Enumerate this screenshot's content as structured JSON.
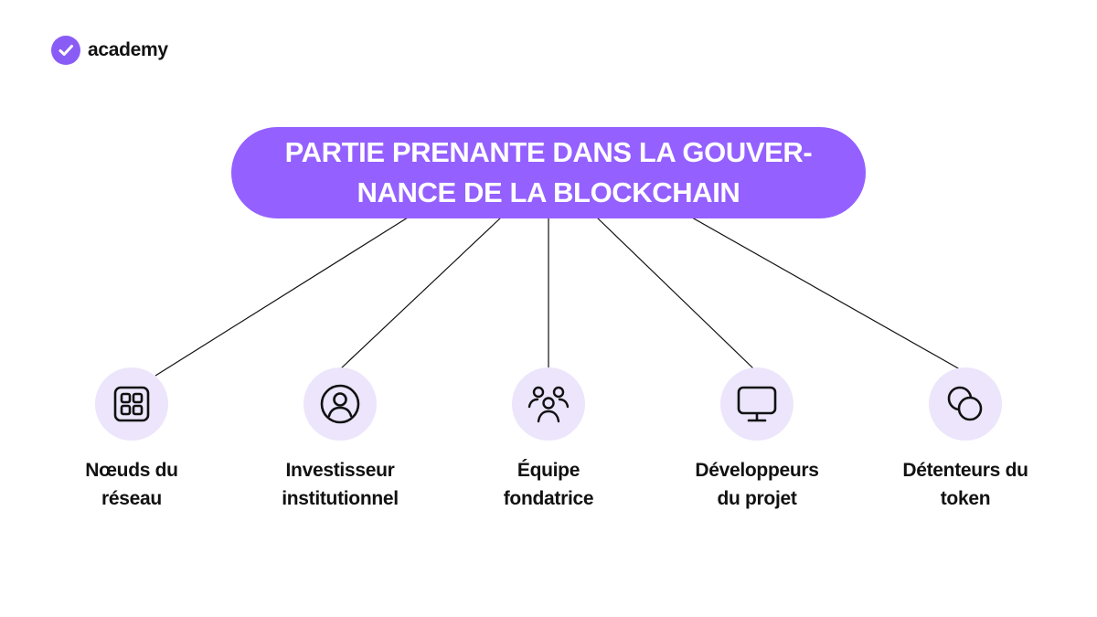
{
  "brand": {
    "name": "academy",
    "color": "#8a5cf6"
  },
  "diagram": {
    "title": "PARTIE PRENANTE DANS LA GOUVER-\nNANCE DE LA BLOCKCHAIN",
    "title_color": "#9460ff",
    "node_circle_color": "#ece5fb",
    "nodes": [
      {
        "label": "Nœuds du\nréseau",
        "icon": "grid-icon"
      },
      {
        "label": "Investisseur\ninstitutionnel",
        "icon": "user-circle-icon"
      },
      {
        "label": "Équipe\nfondatrice",
        "icon": "team-icon"
      },
      {
        "label": "Développeurs\ndu projet",
        "icon": "monitor-icon"
      },
      {
        "label": "Détenteurs du\ntoken",
        "icon": "coins-icon"
      }
    ]
  }
}
